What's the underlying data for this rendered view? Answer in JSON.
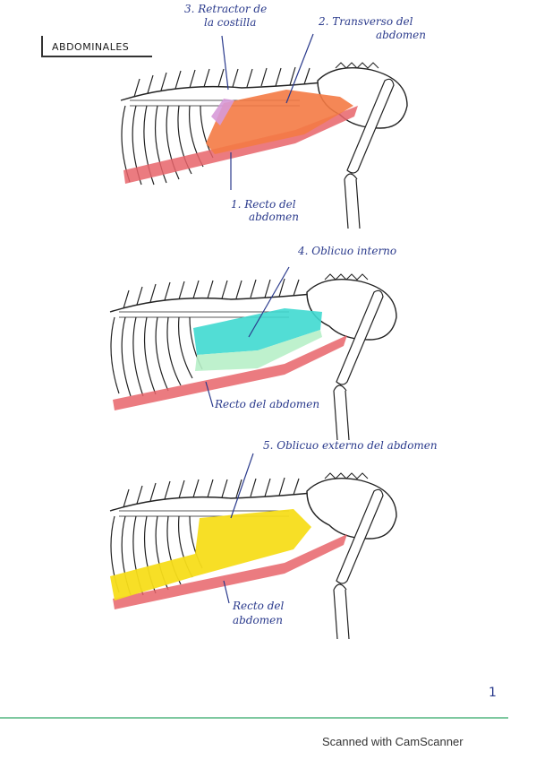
{
  "title": "ABDOMINALES",
  "page_number": "1",
  "footer": "Scanned with CamScanner",
  "colors": {
    "ink": "#2a3a8c",
    "outline": "#222222",
    "recto": "#e8646a",
    "transverso": "#f47a44",
    "retractor": "#d79ad8",
    "oblicuo_interno": "#3fd9d0",
    "oblicuo_interno_lower": "#b7f0c8",
    "oblicuo_externo": "#f7dd1a",
    "scan_line": "#7ec8a0"
  },
  "panels": [
    {
      "labels": {
        "retractor_line1": "3. Retractor de",
        "retractor_line2": "la costilla",
        "transverso_line1": "2. Transverso del",
        "transverso_line2": "abdomen",
        "recto_line1": "1. Recto del",
        "recto_line2": "abdomen"
      }
    },
    {
      "labels": {
        "oblicuo_interno": "4. Oblicuo interno",
        "recto": "Recto del abdomen"
      }
    },
    {
      "labels": {
        "oblicuo_externo": "5. Oblicuo externo del abdomen",
        "recto_line1": "Recto del",
        "recto_line2": "abdomen"
      }
    }
  ]
}
